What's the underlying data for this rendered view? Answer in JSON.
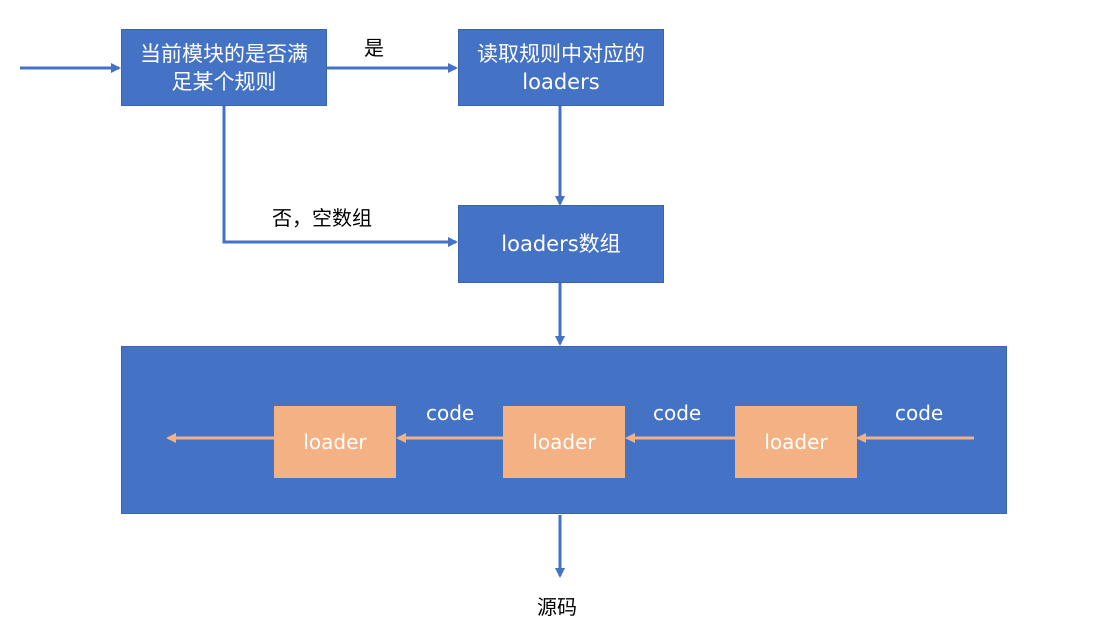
{
  "nodes": {
    "check": "当前模块的是否满足某个规则",
    "read_loaders": "读取规则中对应的loaders",
    "loaders_array": "loaders数组"
  },
  "edges": {
    "yes": "是",
    "no": "否，空数组"
  },
  "pipeline": {
    "loader_label": "loader",
    "code_label": "code"
  },
  "output": "源码",
  "colors": {
    "box_fill": "#4472c4",
    "loader_fill": "#f4b183",
    "arrow_blue": "#4472c4",
    "arrow_orange": "#f4b183"
  }
}
